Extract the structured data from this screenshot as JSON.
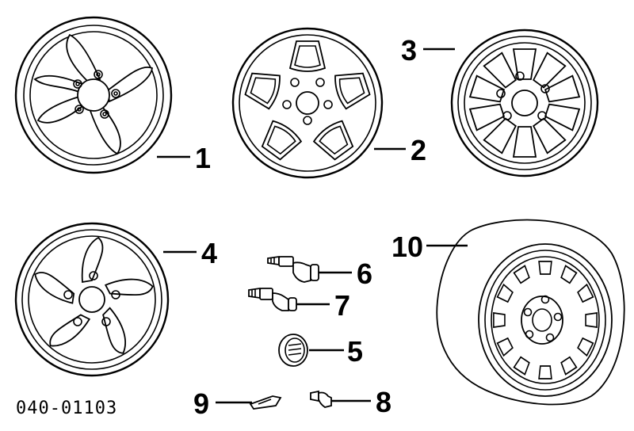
{
  "diagram_code": "040-01103",
  "callouts": {
    "c1": "1",
    "c2": "2",
    "c3": "3",
    "c4": "4",
    "c5": "5",
    "c6": "6",
    "c7": "7",
    "c8": "8",
    "c9": "9",
    "c10": "10"
  },
  "colors": {
    "ink": "#000000",
    "paper": "#ffffff"
  }
}
